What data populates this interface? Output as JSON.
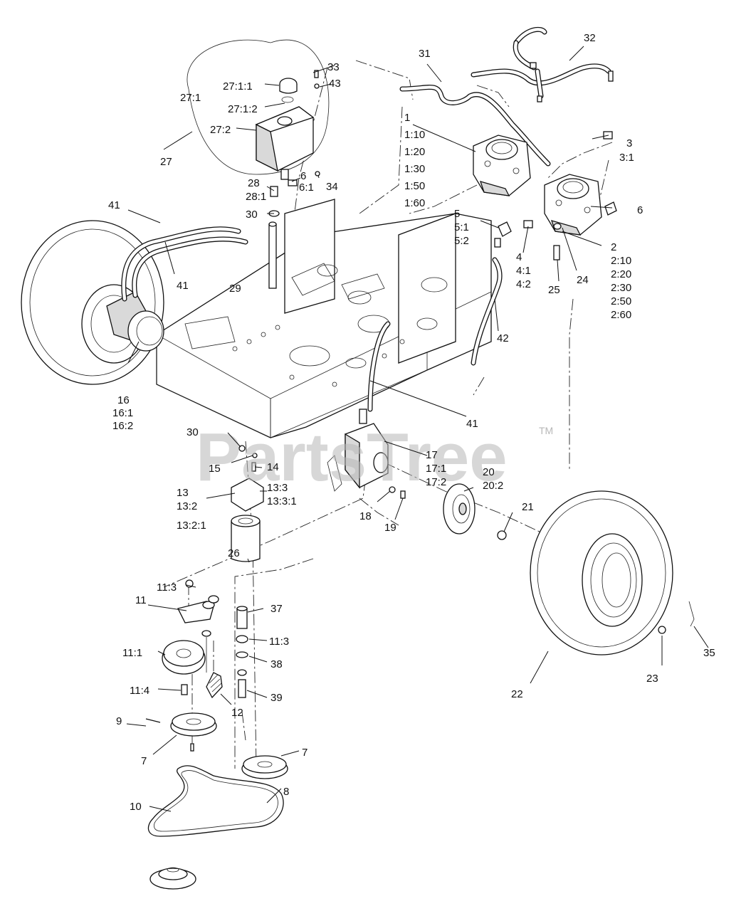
{
  "watermark": {
    "text": "PartsTree",
    "tm": "TM"
  },
  "callouts": {
    "c1": [
      "1",
      "1:10",
      "1:20",
      "1:30",
      "1:50",
      "1:60"
    ],
    "c2": [
      "2",
      "2:10",
      "2:20",
      "2:30",
      "2:50",
      "2:60"
    ],
    "c3": [
      "3",
      "3:1"
    ],
    "c4": [
      "4",
      "4:1",
      "4:2"
    ],
    "c5": [
      "5",
      "5:1",
      "5:2"
    ],
    "c6a": [
      "6",
      "6:1"
    ],
    "c6b": "6",
    "c7a": "7",
    "c7b": "7",
    "c8": "8",
    "c9": "9",
    "c10": "10",
    "c11": "11",
    "c11_1": "11:1",
    "c11_3a": "11:3",
    "c11_3b": "11:3",
    "c11_4": "11:4",
    "c12": "12",
    "c13": [
      "13",
      "13:2",
      "13:2:1"
    ],
    "c13_3": [
      "13:3",
      "13:3:1"
    ],
    "c14": "14",
    "c15": "15",
    "c16": [
      "16",
      "16:1",
      "16:2"
    ],
    "c17": [
      "17",
      "17:1",
      "17:2"
    ],
    "c18": "18",
    "c19": "19",
    "c20": [
      "20",
      "20:2"
    ],
    "c21": "21",
    "c22": "22",
    "c23": "23",
    "c24": "24",
    "c25": "25",
    "c26": "26",
    "c27": "27",
    "c27_1": "27:1",
    "c27_1_1": "27:1:1",
    "c27_1_2": "27:1:2",
    "c27_2": "27:2",
    "c28": [
      "28",
      "28:1"
    ],
    "c29": "29",
    "c30a": "30",
    "c30b": "30",
    "c31": "31",
    "c32": "32",
    "c33": "33",
    "c34": "34",
    "c35": "35",
    "c37": "37",
    "c38": "38",
    "c39": "39",
    "c41a": "41",
    "c41b": "41",
    "c41c": "41",
    "c42": "42",
    "c43": "43"
  }
}
